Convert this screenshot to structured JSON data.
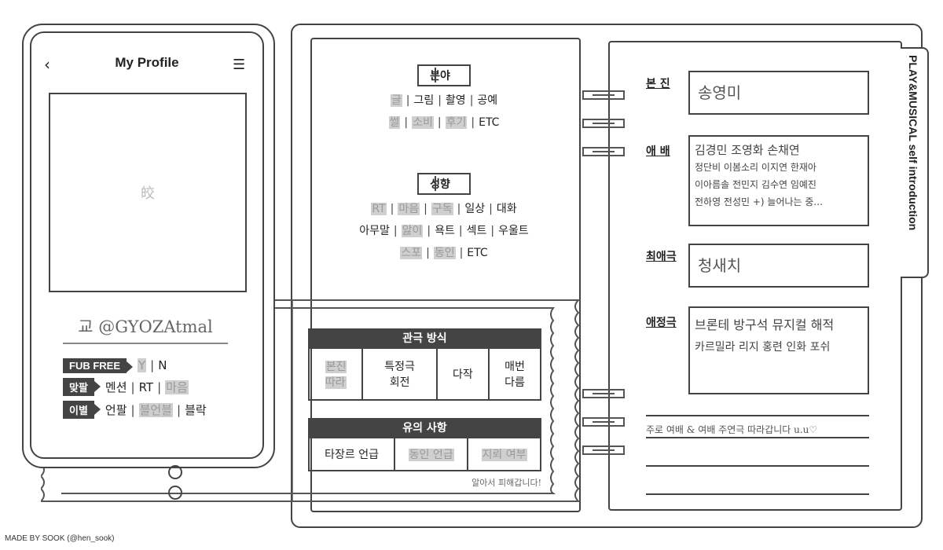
{
  "profile": {
    "back_icon": "chevron-left-icon",
    "title": "My Profile",
    "menu_icon": "menu-icon",
    "photo_glyph": "皎",
    "handle": "교 @GYOZAtmal",
    "rows": [
      {
        "tag": "FUB FREE",
        "items": [
          {
            "text": "Y",
            "hl": true
          },
          {
            "text": "N",
            "hl": false
          }
        ]
      },
      {
        "tag": "맞팔",
        "items": [
          {
            "text": "멘션",
            "hl": false
          },
          {
            "text": "RT",
            "hl": false
          },
          {
            "text": "마음",
            "hl": true
          }
        ]
      },
      {
        "tag": "이별",
        "items": [
          {
            "text": "언팔",
            "hl": false
          },
          {
            "text": "블언블",
            "hl": true
          },
          {
            "text": "블락",
            "hl": false
          }
        ]
      }
    ]
  },
  "left_page": {
    "field_head": "분야",
    "field_lines": [
      [
        {
          "text": "글",
          "hl": true
        },
        {
          "text": "그림",
          "hl": false
        },
        {
          "text": "촬영",
          "hl": false
        },
        {
          "text": "공예",
          "hl": false
        }
      ],
      [
        {
          "text": "썰",
          "hl": true
        },
        {
          "text": "소비",
          "hl": true
        },
        {
          "text": "후기",
          "hl": true
        },
        {
          "text": "ETC",
          "hl": false
        }
      ]
    ],
    "tendency_head": "성향",
    "tendency_lines": [
      [
        {
          "text": "RT",
          "hl": true
        },
        {
          "text": "마음",
          "hl": true
        },
        {
          "text": "구독",
          "hl": true
        },
        {
          "text": "일상",
          "hl": false
        },
        {
          "text": "대화",
          "hl": false
        }
      ],
      [
        {
          "text": "아무말",
          "hl": false
        },
        {
          "text": "앓이",
          "hl": true
        },
        {
          "text": "욕트",
          "hl": false
        },
        {
          "text": "섹트",
          "hl": false
        },
        {
          "text": "우울트",
          "hl": false
        }
      ],
      [
        {
          "text": "스포",
          "hl": true
        },
        {
          "text": "동인",
          "hl": true
        },
        {
          "text": "ETC",
          "hl": false
        }
      ]
    ]
  },
  "ticket": {
    "viewing_head": "관극 방식",
    "viewing_cells": [
      {
        "text": "본진\n따라",
        "hl": true
      },
      {
        "text": "특정극\n회전",
        "hl": false
      },
      {
        "text": "다작",
        "hl": false
      },
      {
        "text": "매번\n다름",
        "hl": false
      }
    ],
    "caution_head": "유의 사항",
    "caution_cells": [
      {
        "text": "타장르 언급",
        "hl": false
      },
      {
        "text": "동인 언급",
        "hl": true
      },
      {
        "text": "지뢰 여부",
        "hl": true
      }
    ],
    "note": "알아서 피해갑니다!"
  },
  "right_page": {
    "tab_label": "PLAY&MUSICAL self introduction",
    "main_label": "본 진",
    "main_value": "송영미",
    "actor_label": "애 배",
    "actor_lines": [
      "김경민 조영화 손채연",
      "정단비 이봄소리 이지연 한재아",
      "이아름솔 전민지 김수연 임예진",
      "전하영 전성민 +) 늘어나는 중..."
    ],
    "fav_label": "최애극",
    "fav_value": "청새치",
    "love_label": "애정극",
    "love_lines": [
      "브론테 방구석 뮤지컬 해적",
      "카르밀라 리지 홍련 인화 포쉬"
    ],
    "note_lines": [
      "주로 여배 & 여배 주연극 따라갑니다 u.u♡",
      "",
      ""
    ]
  },
  "credit": "MADE BY SOOK (@hen_sook)"
}
